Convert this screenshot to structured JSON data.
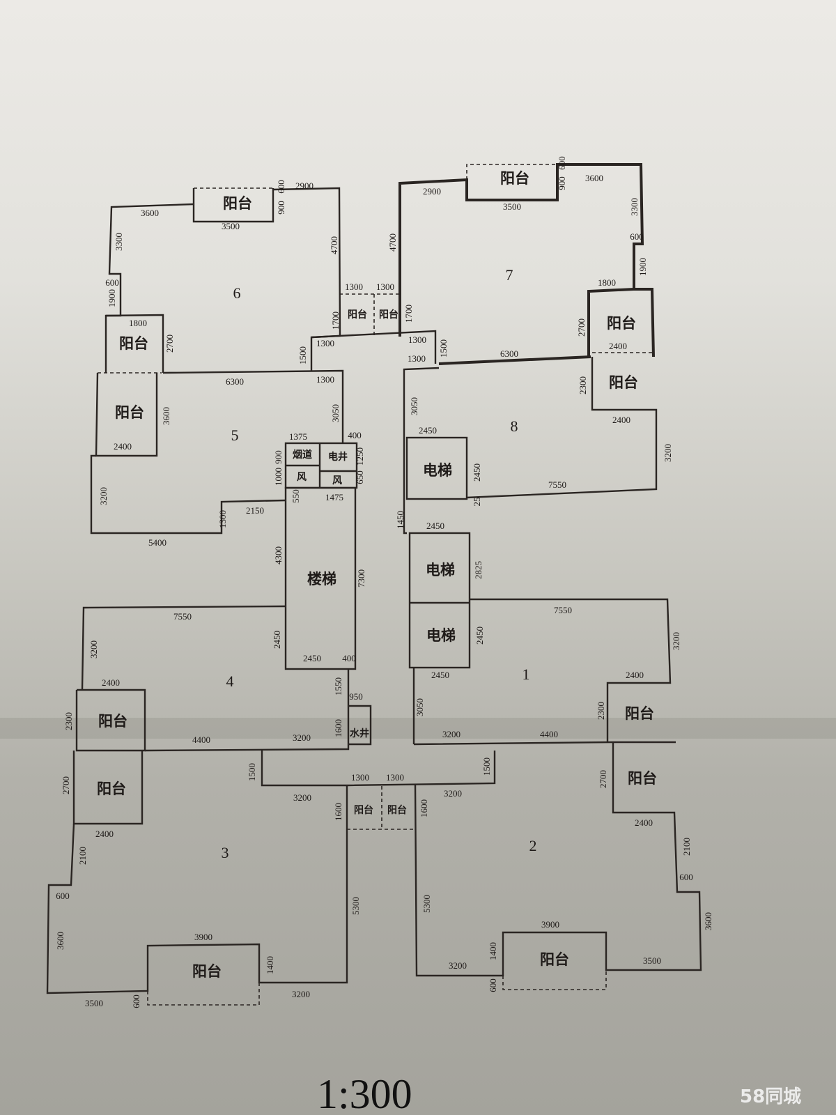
{
  "plan": {
    "scale": "1:300",
    "watermark": "58同城",
    "balcony_label": "阳台",
    "stair_label": "楼梯",
    "elevator_label": "电梯",
    "flue_label": "烟道",
    "elec_shaft_label": "电井",
    "air_label": "风",
    "water_shaft_label": "水井",
    "units": [
      "1",
      "2",
      "3",
      "4",
      "5",
      "6",
      "7",
      "8"
    ],
    "dimensions": [
      "3600",
      "3500",
      "600",
      "900",
      "2900",
      "3300",
      "600",
      "1900",
      "4700",
      "1800",
      "2700",
      "1300",
      "1300",
      "1700",
      "1700",
      "1300",
      "1500",
      "6300",
      "1300",
      "3600",
      "2400",
      "3050",
      "400",
      "1375",
      "900",
      "1000",
      "1250",
      "650",
      "1475",
      "550",
      "3200",
      "1300",
      "2150",
      "5400",
      "4300",
      "7300",
      "2450",
      "2450",
      "400",
      "7550",
      "3200",
      "2400",
      "2300",
      "1550",
      "950",
      "1600",
      "4400",
      "3200",
      "2700",
      "2400",
      "1500",
      "3200",
      "1300",
      "1300",
      "1600",
      "1600",
      "2100",
      "600",
      "3600",
      "5300",
      "3900",
      "1400",
      "3500",
      "600",
      "3200",
      "3200",
      "1500",
      "5300",
      "3900",
      "1400",
      "600",
      "3200",
      "3500",
      "2400",
      "2100",
      "600",
      "3600",
      "2700",
      "2300",
      "2400",
      "3200",
      "4400",
      "3050",
      "2450",
      "7550",
      "3200",
      "2450",
      "2825",
      "2450",
      "1450",
      "2450",
      "2450",
      "25",
      "3050",
      "7550",
      "3200",
      "2300",
      "2400",
      "1300",
      "1300",
      "1500",
      "6300",
      "2900",
      "600",
      "900",
      "3600",
      "3500",
      "4700",
      "3300",
      "600",
      "1900",
      "1800",
      "2700",
      "2400"
    ]
  }
}
